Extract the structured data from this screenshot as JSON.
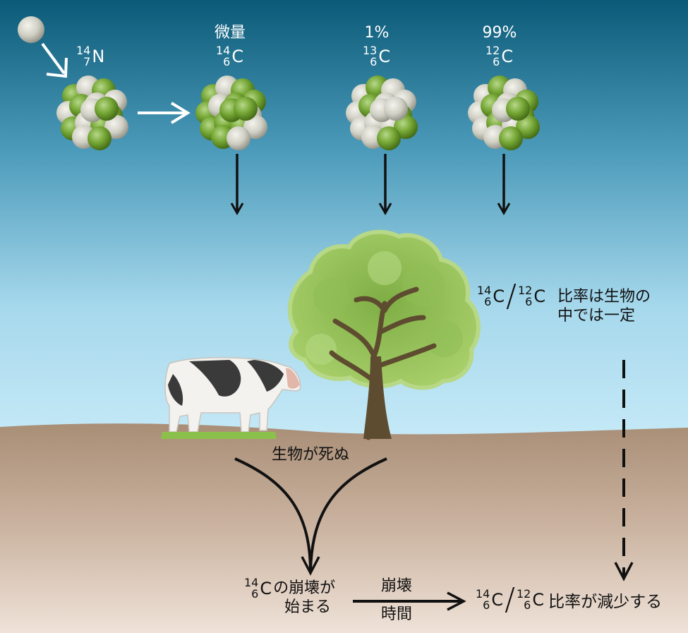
{
  "top": {
    "nitrogen": {
      "mass": "14",
      "atomic": "7",
      "symbol": "N"
    },
    "c14": {
      "caption": "微量",
      "mass": "14",
      "atomic": "6",
      "symbol": "C"
    },
    "c13": {
      "caption": "1%",
      "mass": "13",
      "atomic": "6",
      "symbol": "C"
    },
    "c12": {
      "caption": "99%",
      "mass": "12",
      "atomic": "6",
      "symbol": "C"
    }
  },
  "ratio_living": {
    "num_mass": "14",
    "num_atomic": "6",
    "num_symbol": "C",
    "den_mass": "12",
    "den_atomic": "6",
    "den_symbol": "C",
    "text_line1": "比率は生物の",
    "text_line2": "中では一定"
  },
  "death_label": "生物が死ぬ",
  "decay_start": {
    "mass": "14",
    "atomic": "6",
    "symbol": "C",
    "line1": "の崩壊が",
    "line2": "始まる"
  },
  "decay_arrow": {
    "above": "崩壊",
    "below": "時間"
  },
  "ratio_decrease": {
    "num_mass": "14",
    "num_atomic": "6",
    "num_symbol": "C",
    "den_mass": "12",
    "den_atomic": "6",
    "den_symbol": "C",
    "text": "比率が減少する"
  },
  "colors": {
    "sky_top": "#0b5a78",
    "sky_bottom": "#c5e9f7",
    "ground_top": "#a98e76",
    "ground_bottom": "#efe2d8",
    "proton_green": "#6d9d2a",
    "neutron_grey": "#cfcfc4",
    "tree_canopy": "#99c45a",
    "trunk": "#5e4c30"
  }
}
